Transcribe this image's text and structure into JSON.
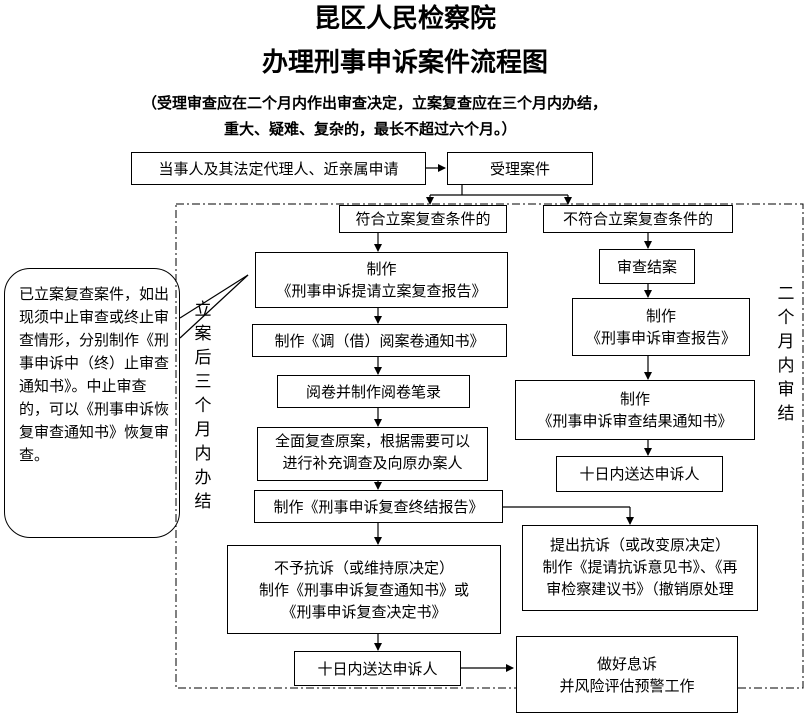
{
  "title": {
    "line1": "昆区人民检察院",
    "line2": "办理刑事申诉案件流程图"
  },
  "note": {
    "line1": "（受理审查应在二个月内作出审查决定，立案复查应在三个月内办结，",
    "line2": "重大、疑难、复杂的，最长不超过六个月。）"
  },
  "boxes": {
    "applicant": "当事人及其法定代理人、近亲属申请",
    "accept": "受理案件",
    "meets": "符合立案复查条件的",
    "not_meets": "不符合立案复查条件的",
    "draft_report_1": "制作",
    "draft_report_2": "《刑事申诉提请立案复查报告》",
    "notice_review": "制作《调（借）阅案卷通知书》",
    "read_files": "阅卷并制作阅卷笔录",
    "full_review_1": "全面复查原案，根据需要可以",
    "full_review_2": "进行补充调查及向原办案人",
    "final_report": "制作《刑事申诉复查终结报告》",
    "no_protest_1": "不予抗诉（或维持原决定）",
    "no_protest_2": "制作《刑事申诉复查通知书》或",
    "no_protest_3": "《刑事申诉复查决定书》",
    "send_left": "十日内送达申诉人",
    "protest_1": "提出抗诉（或改变原决定）",
    "protest_2": "制作《提请抗诉意见书》、《再",
    "protest_3": "审检察建议书》（撤销原处理",
    "close_review": "审查结案",
    "review_report_1": "制作",
    "review_report_2": "《刑事申诉审查报告》",
    "result_notice_1": "制作",
    "result_notice_2": "《刑事申诉审查结果通知书》",
    "send_right": "十日内送达申诉人",
    "risk_1": "做好息诉",
    "risk_2": "并风险评估预警工作"
  },
  "side_labels": {
    "three_months": "立案后三个月内办结",
    "two_months": "二个月内审结"
  },
  "callout": "已立案复查案件，如出现须中止审查或终止审查情形，分别制作《刑事申诉中（终）止审查通知书》。中止审查的，可以《刑事申诉恢复审查通知书》恢复审查。"
}
